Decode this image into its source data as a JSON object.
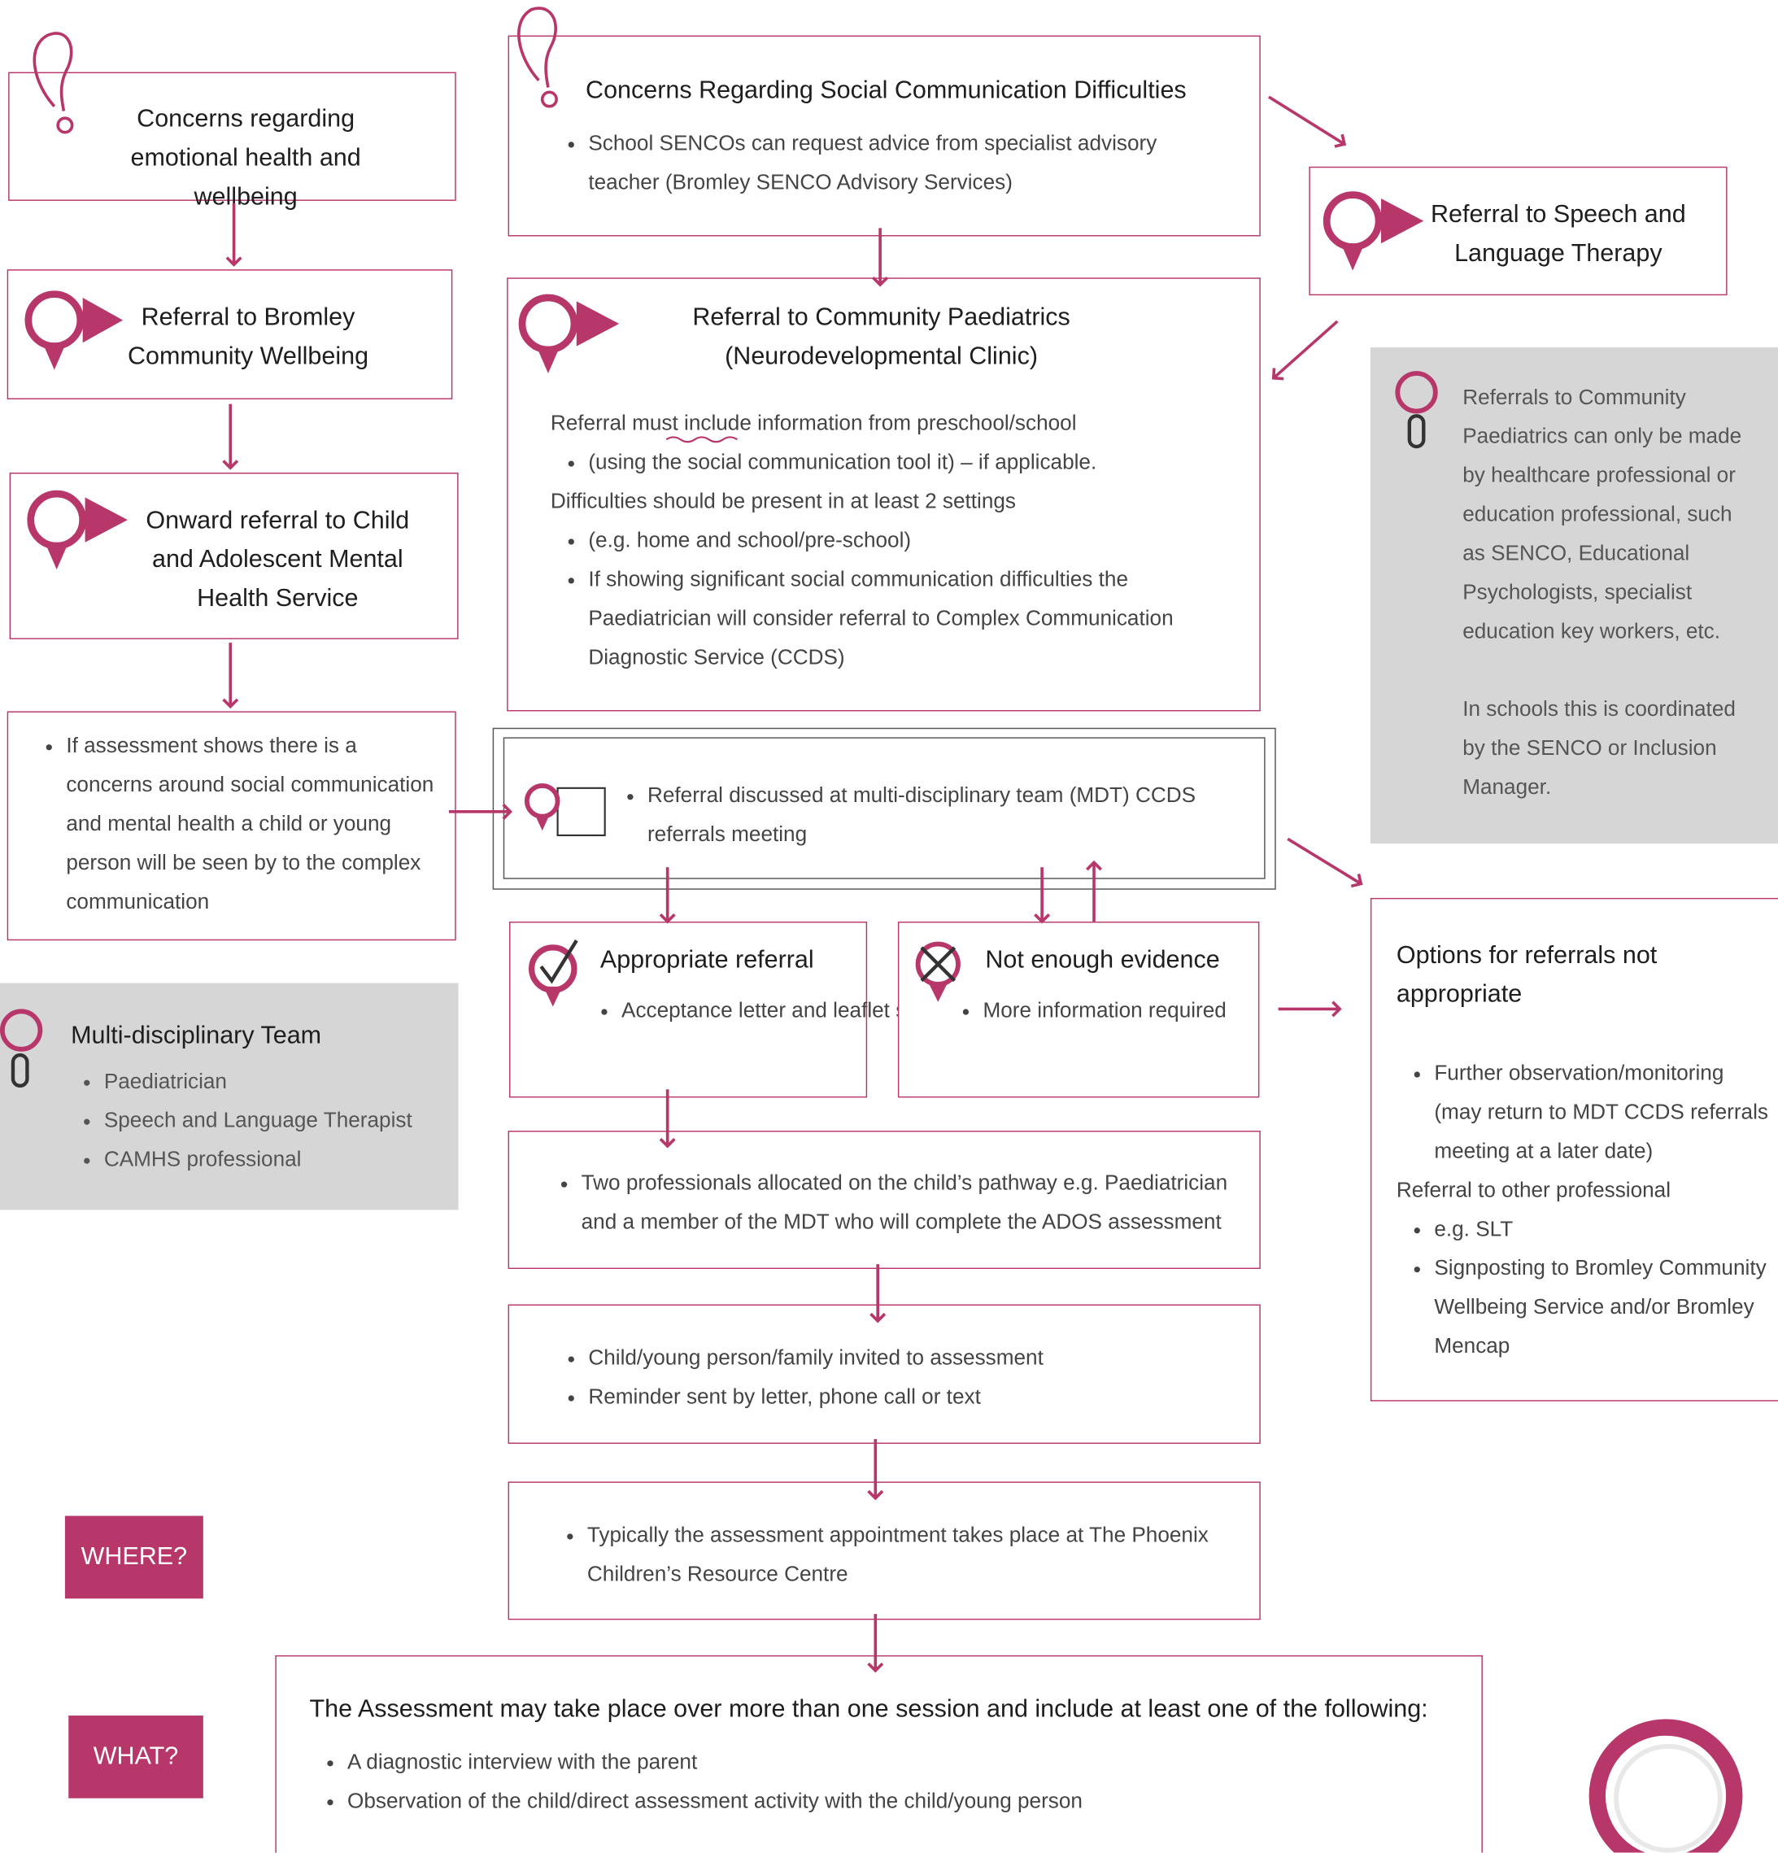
{
  "concern_emotional": {
    "title": "Concerns regarding emotional health and wellbeing"
  },
  "concern_social": {
    "title": "Concerns Regarding Social Communication Difficulties",
    "bullets": [
      "School SENCOs can request advice from specialist advisory teacher (Bromley SENCO Advisory Services)"
    ]
  },
  "speech_therapy": {
    "title": "Referral to Speech and Language Therapy"
  },
  "bromley_wellbeing": {
    "title": "Referral to Bromley Community Wellbeing"
  },
  "community_paediatrics": {
    "title": "Referral to Community Paediatrics (Neurodevelopmental Clinic)",
    "line1": "Referral must include information from preschool/school",
    "bullet1": "(using the social communication tool it) – if applicable.",
    "line2": "Difficulties should be present in at least 2 settings",
    "bullet2": "(e.g. home and school/pre-school)",
    "bullet3": "If showing significant social communication difficulties the Paediatrician will consider referral to Complex Communication Diagnostic Service (CCDS)"
  },
  "referrers_note": {
    "para1": "Referrals to Community Paediatrics can only be made by healthcare professional or education professional, such as SENCO, Educational Psychologists, specialist education key workers, etc.",
    "para2": "In schools this is coordinated by the SENCO or Inclusion Manager."
  },
  "camhs": {
    "title": "Onward referral to Child and Adolescent Mental Health Service"
  },
  "assessment_shows": {
    "bullet": "If assessment shows there is a concerns around social communication and mental health a child or young person will be seen by to the complex communication"
  },
  "mdt_meeting": {
    "bullet": "Referral discussed at multi-disciplinary team (MDT) CCDS referrals meeting"
  },
  "appropriate": {
    "title": "Appropriate referral",
    "bullet": "Acceptance letter and leaflet sent to family"
  },
  "not_enough": {
    "title": "Not enough evidence",
    "bullet": "More information required"
  },
  "options_not_appropriate": {
    "title": "Options for referrals not appropriate",
    "bullet1": "Further observation/monitoring (may return to MDT CCDS referrals meeting at a later date)",
    "line": "Referral to other professional",
    "bullet2": "e.g. SLT",
    "bullet3": "Signposting to Bromley Community Wellbeing Service and/or Bromley Mencap"
  },
  "mdt_team": {
    "title": "Multi-disciplinary Team",
    "members": [
      "Paediatrician",
      "Speech and Language Therapist",
      "CAMHS professional"
    ]
  },
  "two_professionals": {
    "bullet": "Two professionals allocated on the child’s pathway e.g. Paediatrician and a member of the MDT who will complete the ADOS assessment"
  },
  "invited": {
    "bullets": [
      "Child/young person/family invited to assessment",
      "Reminder sent by letter, phone call or text"
    ]
  },
  "location": {
    "bullet": "Typically the assessment appointment takes place at The Phoenix Children’s Resource Centre"
  },
  "where_tag": "WHERE?",
  "what_tag": "WHAT?",
  "assessment": {
    "title": "The Assessment may take place over more than one session and include at least one of the following:",
    "bullets": [
      "A diagnostic interview with the parent",
      "Observation of the child/direct assessment activity with the child/young person"
    ]
  },
  "colors": {
    "accent": "#b8376b",
    "note_bg": "#d6d6d6",
    "text": "#3a3a3a"
  }
}
